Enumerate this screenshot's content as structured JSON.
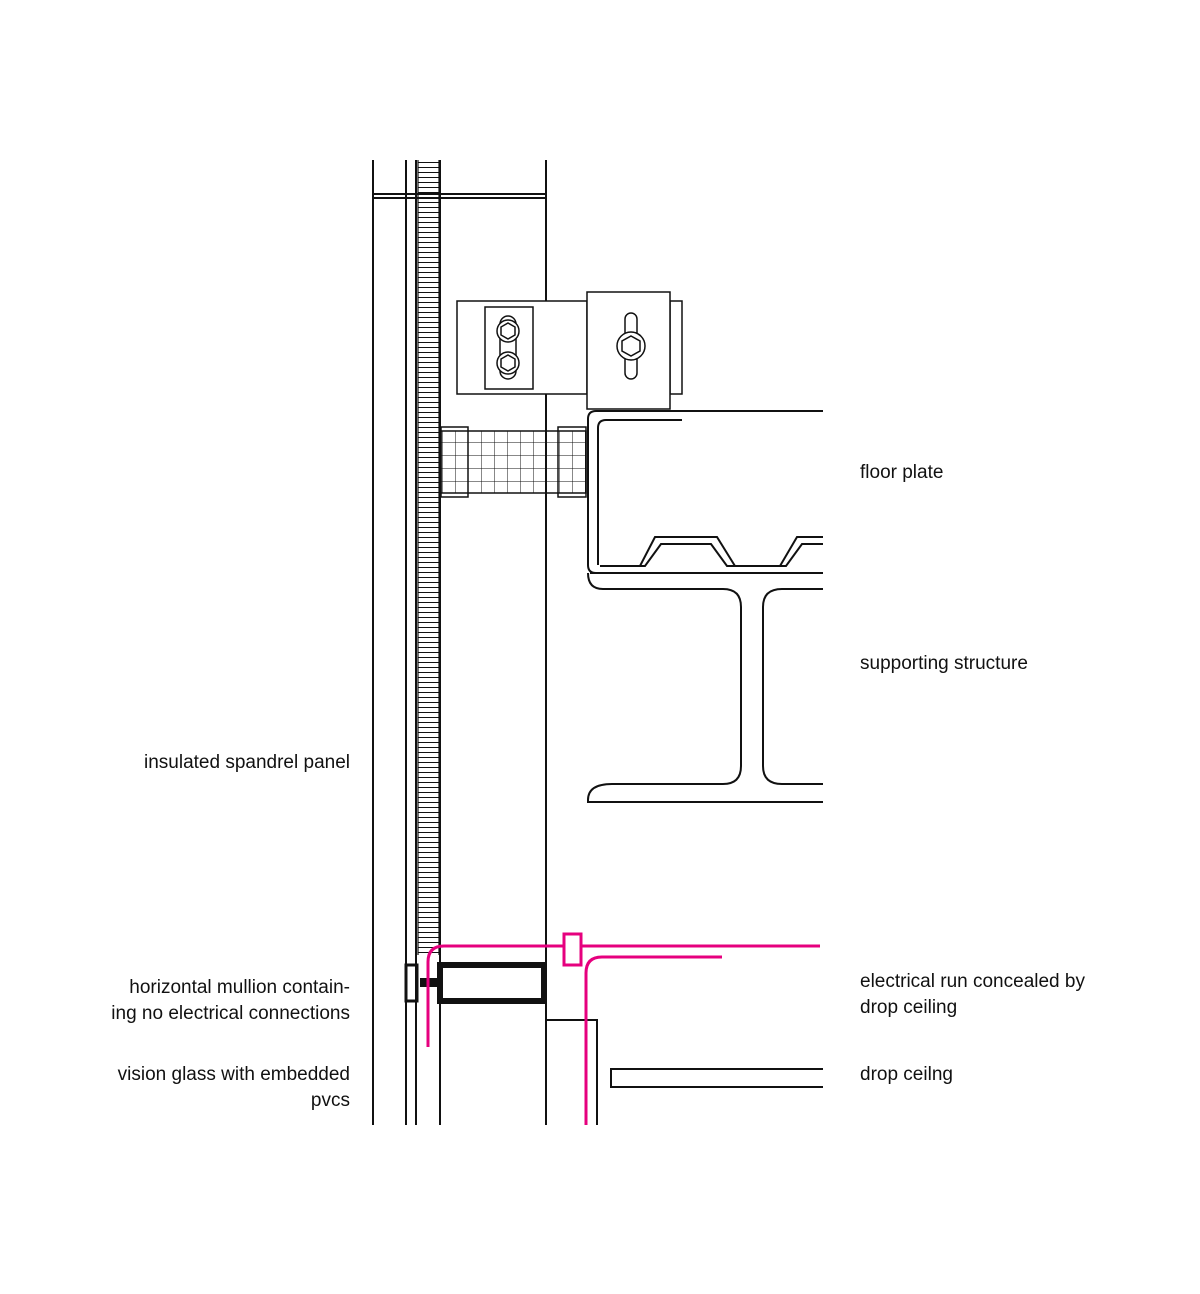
{
  "labels": {
    "insulated_spandrel_panel": "insulated spandrel panel",
    "horizontal_mullion_line1": "horizontal mullion contain-",
    "horizontal_mullion_line2": "ing no electrical connections",
    "vision_glass_line1": "vision glass with embedded",
    "vision_glass_line2": "pvcs",
    "floor_plate": "floor plate",
    "supporting_structure": "supporting structure",
    "electrical_run_line1": "electrical run concealed by",
    "electrical_run_line2": "drop ceiling",
    "drop_ceiling": "drop ceilng"
  },
  "colors": {
    "line": "#111111",
    "electrical_run": "#e6007e",
    "background": "#ffffff"
  }
}
